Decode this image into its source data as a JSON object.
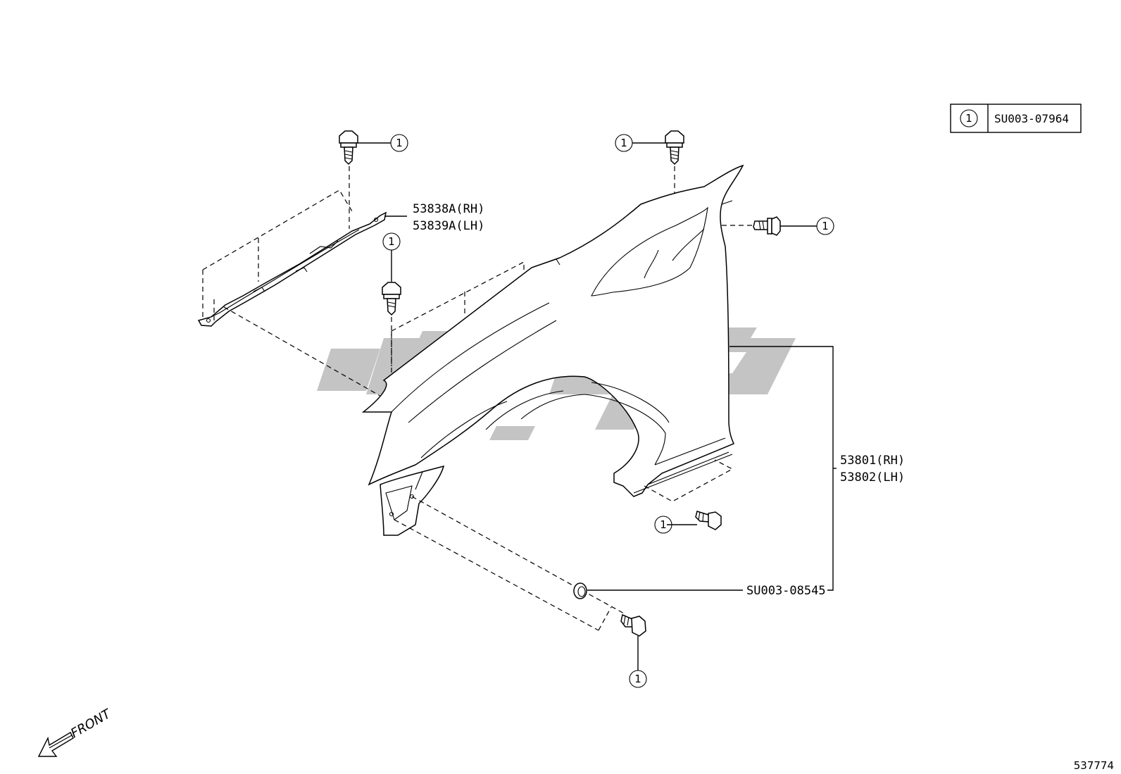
{
  "legend": {
    "symbol": "1",
    "code": "SU003-07964"
  },
  "callout_symbol": "1",
  "labels": {
    "bracket_rh": "53838A(RH)",
    "bracket_lh": "53839A(LH)",
    "fender_rh": "53801(RH)",
    "fender_lh": "53802(LH)",
    "clip_code": "SU003-08545"
  },
  "direction": "FRONT",
  "diagram_number": "537774",
  "colors": {
    "line": "#000000",
    "watermark": "#c4c4c4"
  }
}
